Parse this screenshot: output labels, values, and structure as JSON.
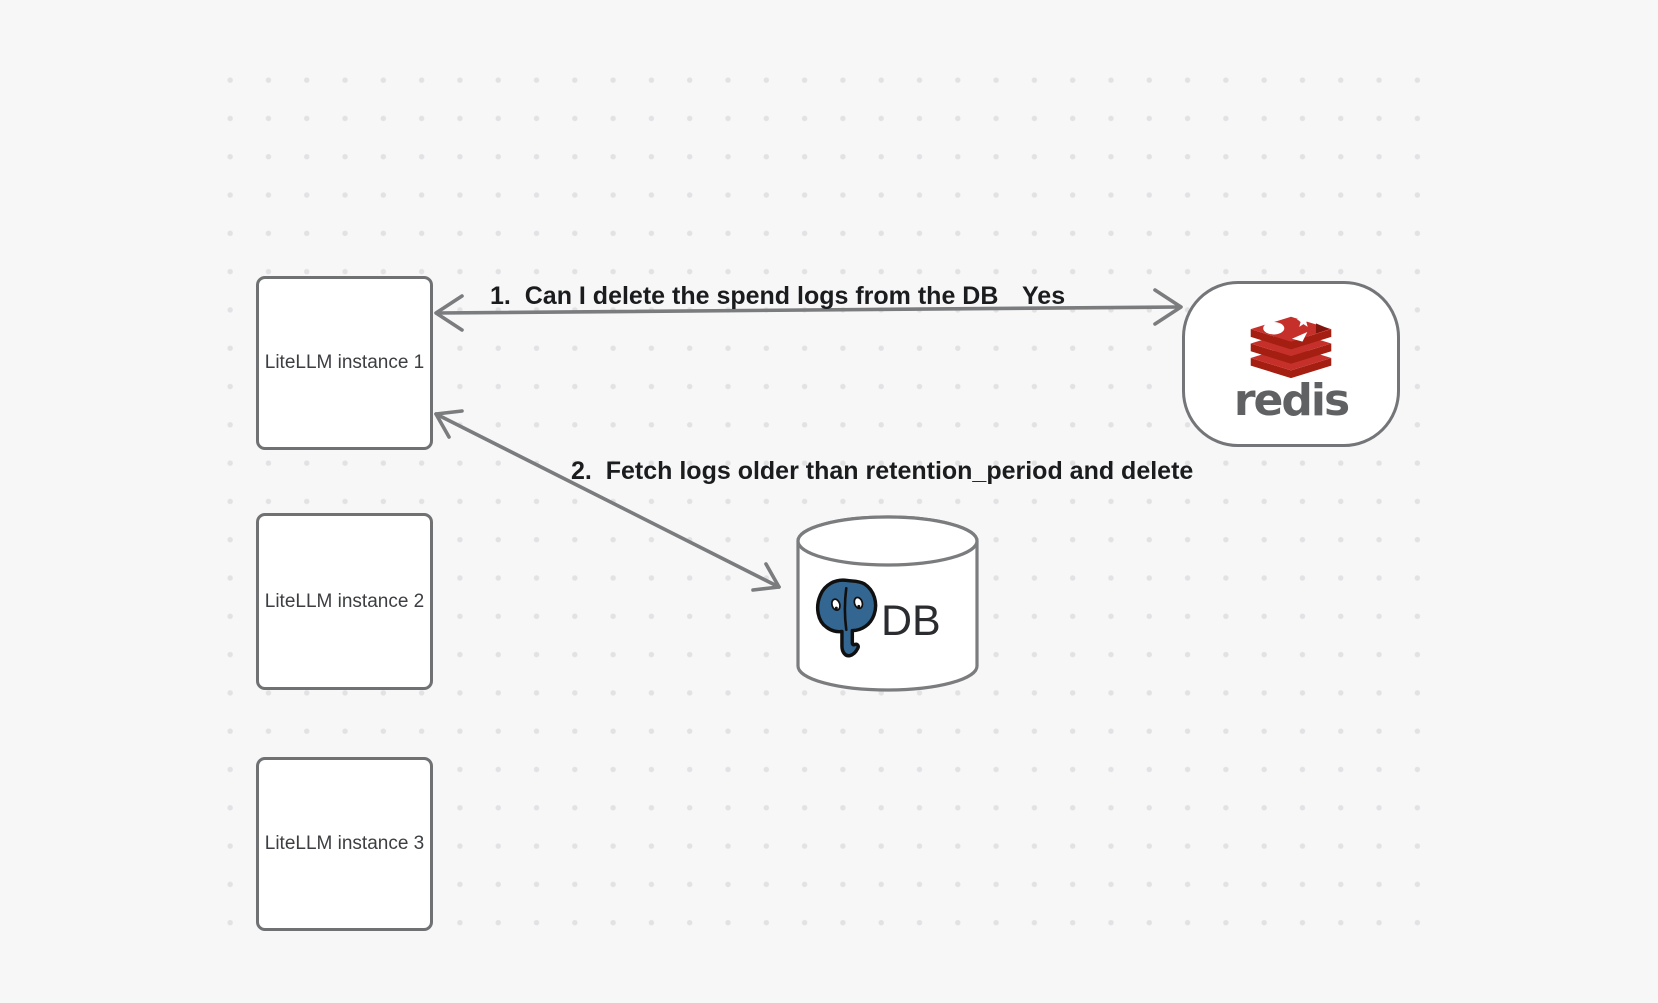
{
  "nodes": {
    "instance1": {
      "label": "LiteLLM instance 1"
    },
    "instance2": {
      "label": "LiteLLM instance 2"
    },
    "instance3": {
      "label": "LiteLLM instance 3"
    },
    "redis": {
      "wordmark": "redis",
      "logo_icon": "redis-stack-icon",
      "brand_red": "#c6302b",
      "brand_red_dark": "#a41e11",
      "wordmark_color": "#5f6163"
    },
    "db": {
      "label": "DB",
      "logo_icon": "postgresql-elephant-icon",
      "postgres_blue": "#336791"
    }
  },
  "arrows": {
    "arrow1": {
      "label": "1.  Can I delete the spend logs from the DB",
      "response": "Yes",
      "direction": "bidirectional",
      "from": "redis",
      "to": "instance1"
    },
    "arrow2": {
      "label": "2.  Fetch logs older than retention_period and delete",
      "direction": "bidirectional",
      "from": "instance1",
      "to": "db"
    }
  },
  "style_tokens": {
    "background": "#f7f7f8",
    "dot_color": "#e2e2e4",
    "stroke_gray": "#7a7c7e",
    "box_border_gray": "#6f7173",
    "label_text": "#1a1c1e",
    "node_text": "#3c3e41"
  }
}
